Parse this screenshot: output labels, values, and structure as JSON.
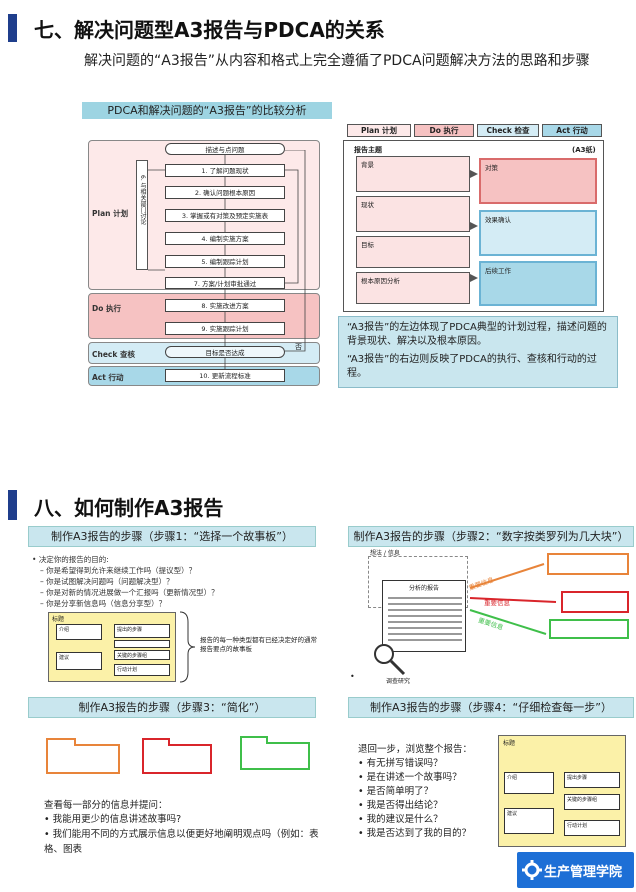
{
  "section7": {
    "title": "七、解决问题型A3报告与PDCA的关系",
    "intro": "解决问题的“A3报告”从内容和格式上完全遵循了PDCA问题解决方法的思路和步骤",
    "figure_title": "PDCA和解决问题的“A3报告”的比较分析",
    "flow_top": "描述与点问题",
    "flow_steps": [
      "1. 了解问题现状",
      "2. 确认问题根本原因",
      "3. 掌握或有对策及预定实施表",
      "4. 编制实施方案",
      "5. 编制跟踪计划",
      "7. 方案/计划审批通过",
      "8. 实施改进方案",
      "9. 实施跟踪计划",
      "目标是否达成",
      "10. 更新流程标准"
    ],
    "side_label": "6. 与相关部门讨论",
    "check_no": "否",
    "phases": [
      "Plan 计划",
      "Do 执行",
      "Check 查核",
      "Act 行动"
    ],
    "legend": [
      "Plan 计划",
      "Do 执行",
      "Check 检查",
      "Act 行动"
    ],
    "a3": {
      "title": "报告主题",
      "size": "(A3纸)",
      "left": [
        "背景",
        "现状",
        "目标",
        "根本原因分析"
      ],
      "right": [
        "对策",
        "效果确认",
        "后续工作"
      ]
    },
    "note1": "“A3报告”的左边体现了PDCA典型的计划过程，描述问题的背景现状、解决以及根本原因。",
    "note2": "“A3报告”的右边则反映了PDCA的执行、查核和行动的过程。"
  },
  "section8": {
    "title": "八、如何制作A3报告",
    "step1": {
      "head": "制作A3报告的步骤（步骤1：“选择一个故事板”）",
      "intro": "决定你的报告的目的:",
      "items": [
        "你是希望得到允许来继续工作吗（提议型）？",
        "你是试图解决问题吗（问题解决型）？",
        "你是对新的情况进展做一个汇报吗（更新情况型）？",
        "你是分享新信息吗（信息分享型）？"
      ],
      "mini_title": "标题",
      "mini_boxes": [
        "介绍",
        "提出的步骤",
        "",
        "关键的步骤组",
        "建议",
        "行动计划"
      ],
      "note": "报告的每一种类型都有已经决定好的通常报告要点的故事板"
    },
    "step2": {
      "head": "制作A3报告的步骤（步骤2：“数字按类罗列为几大块”）",
      "label_top": "想法 / 信息",
      "doc_label": "分析的报告",
      "arrows": [
        "重要信息",
        "重要信息",
        "重要信息"
      ],
      "label_bottom": "调查研究"
    },
    "step3": {
      "head": "制作A3报告的步骤（步骤3：“简化”）",
      "q_intro": "查看每一部分的信息并提问：",
      "questions": [
        "我能用更少的信息讲述故事吗?",
        "我们能用不同的方式展示信息以便更好地阐明观点吗（例如：表格、图表"
      ]
    },
    "step4": {
      "head": "制作A3报告的步骤（步骤4：“仔细检查每一步”）",
      "intro": "退回一步，浏览整个报告：",
      "questions": [
        "有无拼写错误吗？",
        "是在讲述一个故事吗？",
        "是否简单明了？",
        "我是否得出结论？",
        "我的建议是什么？",
        "我是否达到了我的目的？"
      ],
      "mini_title": "标题",
      "mini_boxes": [
        "介绍",
        "提出步骤",
        "关键的步骤组",
        "建议",
        "行动计划"
      ]
    },
    "brand": "生产管理学院"
  },
  "colors": {
    "accent": "#1f3e8c",
    "plan": "#fbe3e3",
    "do": "#f6c2c2",
    "check": "#d4ecf5",
    "act": "#a8d8e8",
    "header": "#c9e6ee",
    "brand": "#1d6fd6"
  }
}
